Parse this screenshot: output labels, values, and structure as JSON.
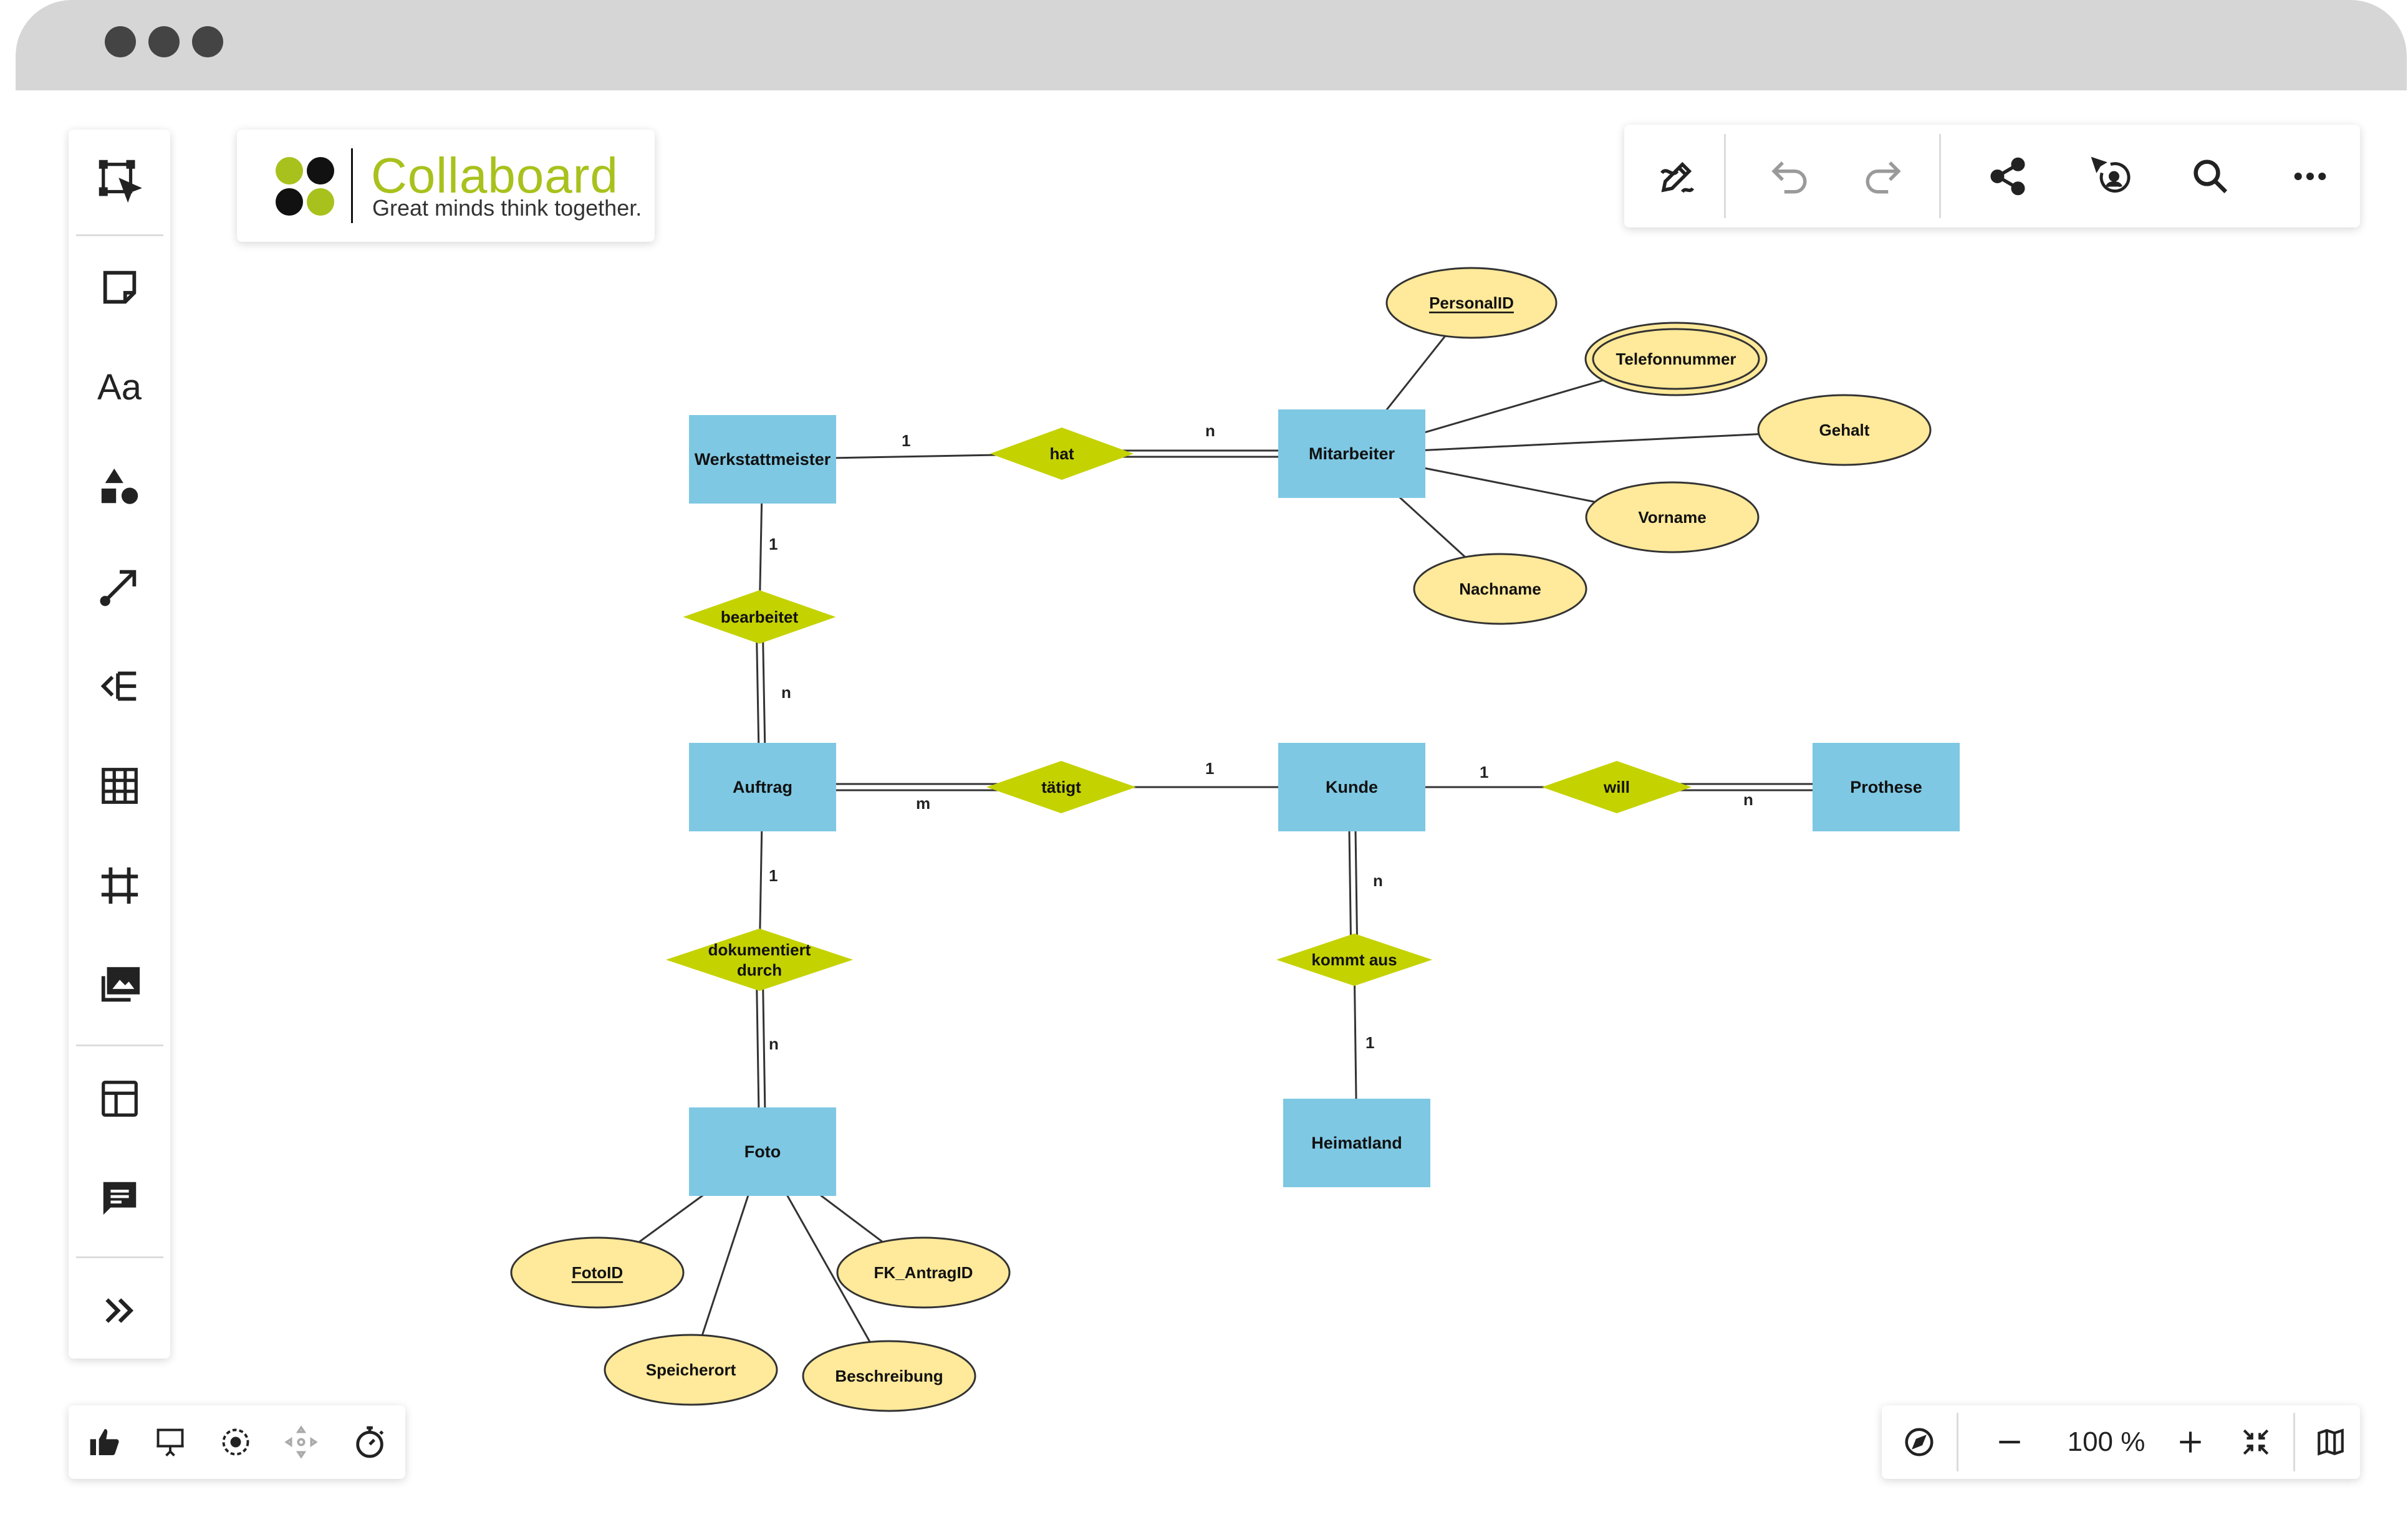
{
  "brand": {
    "name": "Collaboard",
    "tagline": "Great minds think together."
  },
  "zoom": {
    "level": "100 %"
  },
  "colors": {
    "accent": "#a9c11c",
    "entity_fill": "#7ec8e3",
    "relation_fill": "#c4d200",
    "attribute_fill": "#ffe99a",
    "attribute_stroke": "#333333"
  },
  "left_tools": [
    {
      "name": "select-tool",
      "icon": "select-icon"
    },
    {
      "name": "sticky-note-tool",
      "icon": "sticky-note-icon"
    },
    {
      "name": "text-tool",
      "icon": "text-icon",
      "label": "Aa"
    },
    {
      "name": "shapes-tool",
      "icon": "shapes-icon"
    },
    {
      "name": "connector-tool",
      "icon": "arrow-icon"
    },
    {
      "name": "mindmap-tool",
      "icon": "mindmap-icon"
    },
    {
      "name": "table-tool",
      "icon": "table-icon"
    },
    {
      "name": "frame-tool",
      "icon": "frame-icon"
    },
    {
      "name": "media-tool",
      "icon": "images-icon"
    },
    {
      "name": "templates-tool",
      "icon": "template-icon"
    },
    {
      "name": "comments-tool",
      "icon": "comment-icon"
    },
    {
      "name": "expand-tools",
      "icon": "double-chevron-right-icon"
    }
  ],
  "top_toolbar": [
    "pen-edit-icon",
    "undo-icon",
    "redo-icon",
    "share-icon",
    "follow-user-icon",
    "search-icon",
    "more-icon"
  ],
  "bottom_left_tools": [
    "thumbs-up-icon",
    "presentation-icon",
    "focus-icon",
    "spotlight-icon",
    "timer-icon"
  ],
  "diagram": {
    "entities": [
      {
        "id": "werkstattmeister",
        "label": "Werkstattmeister"
      },
      {
        "id": "mitarbeiter",
        "label": "Mitarbeiter"
      },
      {
        "id": "auftrag",
        "label": "Auftrag"
      },
      {
        "id": "kunde",
        "label": "Kunde"
      },
      {
        "id": "prothese",
        "label": "Prothese"
      },
      {
        "id": "foto",
        "label": "Foto"
      },
      {
        "id": "heimatland",
        "label": "Heimatland"
      }
    ],
    "relationships": [
      {
        "id": "hat",
        "label": "hat"
      },
      {
        "id": "bearbeitet",
        "label": "bearbeitet"
      },
      {
        "id": "taetigt",
        "label": "tätigt"
      },
      {
        "id": "will",
        "label": "will"
      },
      {
        "id": "dokumentiert",
        "label": "dokumentiert durch",
        "lines": [
          "dokumentiert",
          "durch"
        ]
      },
      {
        "id": "kommtaus",
        "label": "kommt aus"
      }
    ],
    "attributes": [
      {
        "id": "personalid",
        "label": "PersonalID",
        "key": true
      },
      {
        "id": "telefonnummer",
        "label": "Telefonnummer",
        "multivalued": true
      },
      {
        "id": "gehalt",
        "label": "Gehalt"
      },
      {
        "id": "vorname",
        "label": "Vorname"
      },
      {
        "id": "nachname",
        "label": "Nachname"
      },
      {
        "id": "fotoid",
        "label": "FotoID",
        "key": true
      },
      {
        "id": "fkantragid",
        "label": "FK_AntragID"
      },
      {
        "id": "speicherort",
        "label": "Speicherort"
      },
      {
        "id": "beschreibung",
        "label": "Beschreibung"
      }
    ],
    "connections": [
      {
        "from": "werkstattmeister",
        "to": "hat",
        "label": "1"
      },
      {
        "from": "hat",
        "to": "mitarbeiter",
        "label": "n",
        "double": true
      },
      {
        "from": "werkstattmeister",
        "to": "bearbeitet",
        "label": "1"
      },
      {
        "from": "bearbeitet",
        "to": "auftrag",
        "label": "n",
        "double": true
      },
      {
        "from": "auftrag",
        "to": "taetigt",
        "label": "m",
        "double": true
      },
      {
        "from": "taetigt",
        "to": "kunde",
        "label": "1"
      },
      {
        "from": "kunde",
        "to": "will",
        "label": "1"
      },
      {
        "from": "will",
        "to": "prothese",
        "label": "n",
        "double": true
      },
      {
        "from": "auftrag",
        "to": "dokumentiert",
        "label": "1"
      },
      {
        "from": "dokumentiert",
        "to": "foto",
        "label": "n",
        "double": true
      },
      {
        "from": "kunde",
        "to": "kommtaus",
        "label": "n",
        "double": true
      },
      {
        "from": "kommtaus",
        "to": "heimatland",
        "label": "1"
      },
      {
        "from": "mitarbeiter",
        "to": "personalid"
      },
      {
        "from": "mitarbeiter",
        "to": "telefonnummer"
      },
      {
        "from": "mitarbeiter",
        "to": "gehalt"
      },
      {
        "from": "mitarbeiter",
        "to": "vorname"
      },
      {
        "from": "mitarbeiter",
        "to": "nachname"
      },
      {
        "from": "foto",
        "to": "fotoid"
      },
      {
        "from": "foto",
        "to": "fkantragid"
      },
      {
        "from": "foto",
        "to": "speicherort"
      },
      {
        "from": "foto",
        "to": "beschreibung"
      }
    ]
  }
}
